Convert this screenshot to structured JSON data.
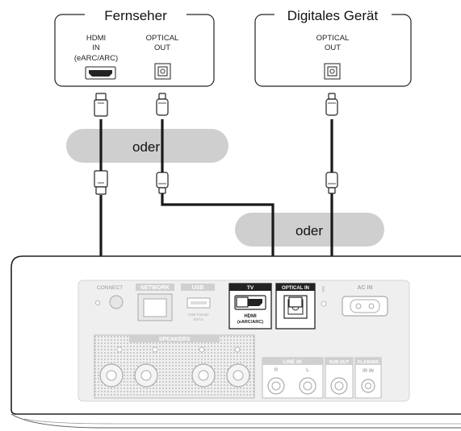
{
  "tv": {
    "title": "Fernseher",
    "hdmi_line1": "HDMI",
    "hdmi_line2": "IN",
    "hdmi_line3": "(eARC/ARC)",
    "optical_line1": "OPTICAL",
    "optical_line2": "OUT"
  },
  "digital_device": {
    "title": "Digitales Gerät",
    "optical_line1": "OPTICAL",
    "optical_line2": "OUT"
  },
  "or_labels": {
    "first": "oder",
    "second": "oder"
  },
  "rear_panel": {
    "connect": "CONNECT",
    "network": "NETWORK",
    "usb": "USB",
    "usb_small_1": "USB Format:",
    "usb_small_2": "5V/1A",
    "tv_header": "TV",
    "hdmi_line1": "HDMI",
    "hdmi_line2": "(eARC/ARC)",
    "optical_in": "OPTICAL IN",
    "ac_in": "AC IN",
    "speakers": "SPEAKERS",
    "line_in": "LINE IN",
    "line_r": "R",
    "line_l": "L",
    "sub_out": "SUB OUT",
    "flasher": "FLASHER",
    "ir_in": "IR IN"
  },
  "colors": {
    "callout_gray": "#cfcfcf",
    "cable": "#1a1a1a",
    "panel_gray": "#e6e6e6",
    "label_dark": "#3a3a3a"
  }
}
